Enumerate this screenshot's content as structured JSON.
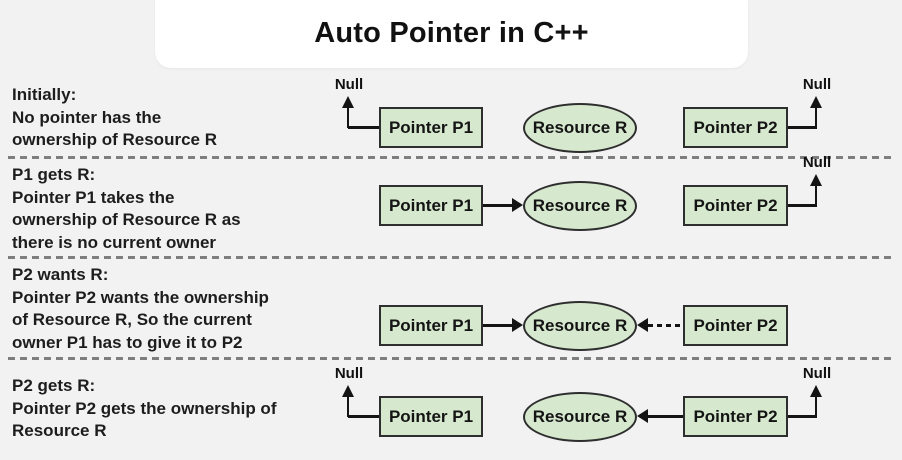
{
  "title": "Auto Pointer in C++",
  "labels": {
    "p1": "Pointer P1",
    "p2": "Pointer P2",
    "resource": "Resource R",
    "null": "Null"
  },
  "rows": [
    {
      "heading": "Initially:",
      "lines": [
        "No pointer has the",
        "ownership of Resource R"
      ]
    },
    {
      "heading": "P1 gets R:",
      "lines": [
        "Pointer P1 takes the",
        "ownership of Resource R as",
        "there is no current owner"
      ]
    },
    {
      "heading": "P2 wants R:",
      "lines": [
        "Pointer P2 wants the ownership",
        "of Resource R, So the current",
        "owner P1 has to give it to P2"
      ]
    },
    {
      "heading": "P2 gets R:",
      "lines": [
        "Pointer P2 gets the ownership of",
        "Resource R"
      ]
    }
  ],
  "colors": {
    "background": "#f2f2f2",
    "card": "#ffffff",
    "node_fill": "#d6e8ce",
    "node_border": "#2e2e2e",
    "text": "#1d1d1d",
    "divider": "#7e7e7e",
    "line": "#141414"
  }
}
